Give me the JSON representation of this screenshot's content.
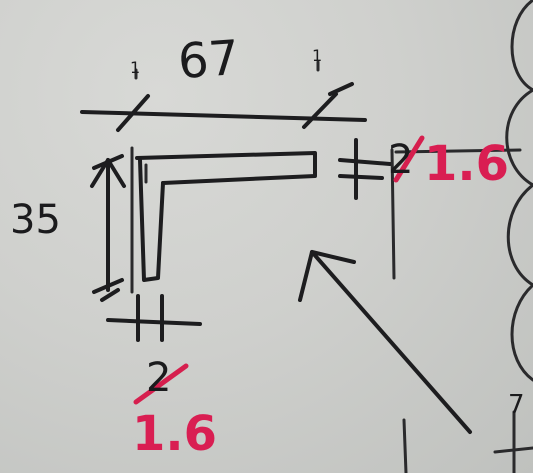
{
  "annotations": {
    "top_dimension": "67",
    "left_dimension": "35",
    "right_original": "2",
    "right_corrected": "1.6",
    "bottom_original": "2",
    "bottom_corrected": "1.6",
    "tick_mark_left": "1",
    "tick_mark_right": "1",
    "corner_fragment": "7"
  },
  "colors": {
    "paper": "#cfd0cd",
    "pencil": "#1d1d1f",
    "correction_red": "#d61f4e"
  }
}
